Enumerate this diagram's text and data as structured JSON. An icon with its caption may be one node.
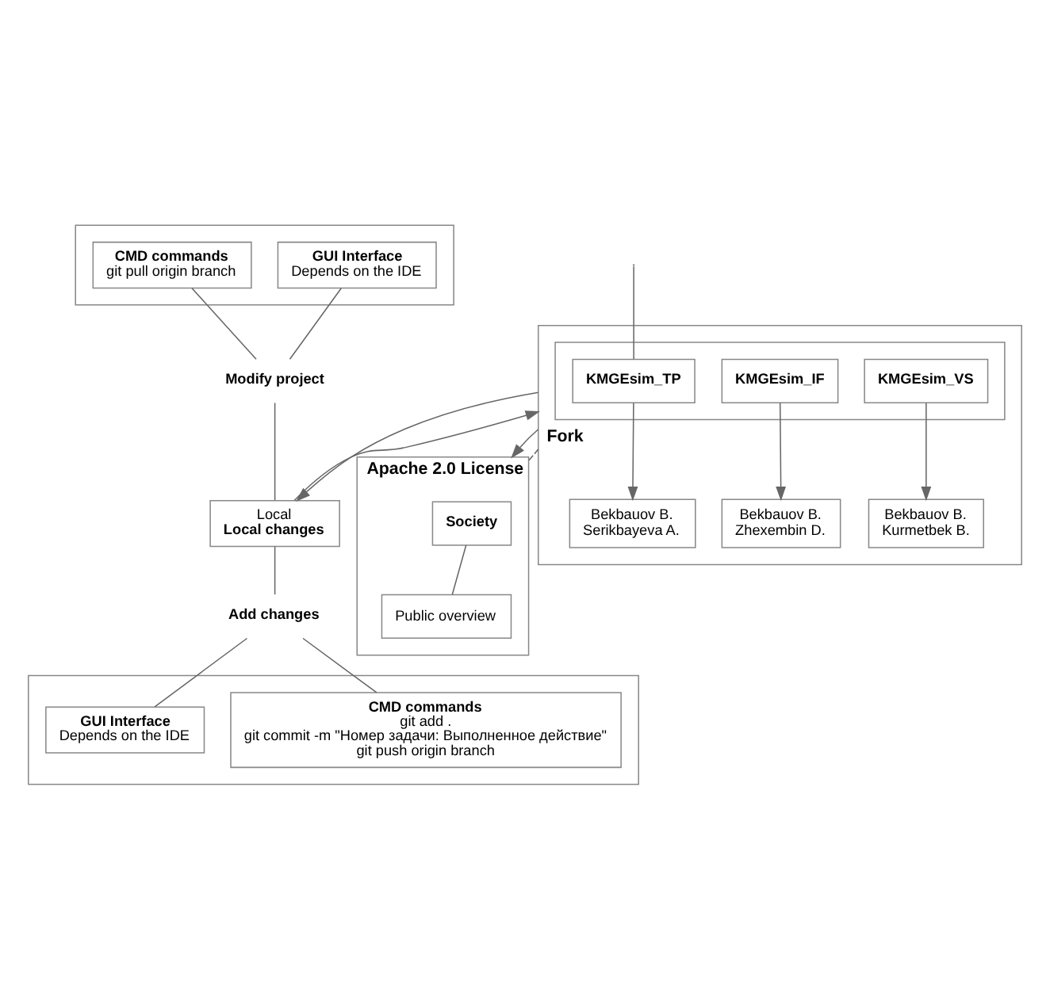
{
  "diagram": {
    "nodes": [
      {
        "text": [
          "Apache 2.0 License"
        ]
      },
      {
        "text": [
          "Society"
        ],
        "in": 0
      },
      {
        "text": [
          "Public overview"
        ],
        "in": 0
      },
      {
        "text": [],
        "shape": "box"
      },
      {
        "text": [
          "GUI Interface",
          "Depends on the IDE"
        ],
        "in": 3
      },
      {
        "text": [
          "CMD commands",
          "git pull origin branch"
        ],
        "in": 3
      },
      {
        "text": [
          "Modify project"
        ]
      },
      {
        "text": [],
        "shape": "box"
      },
      {
        "text": [],
        "shape": "box",
        "in": 7
      },
      {
        "text": [
          "KMGEsim_TP"
        ],
        "in": 8
      },
      {
        "text": [
          "KMGEsim_IF"
        ],
        "in": 8
      },
      {
        "text": [
          "KMGEsim_VS"
        ],
        "in": 8
      },
      {
        "text": [
          "Bekbauov B.",
          "Serikbayeva A."
        ],
        "in": 7
      },
      {
        "text": [
          "Bekbauov B.",
          "Zhexembin D."
        ],
        "in": 7
      },
      {
        "text": [
          "Bekbauov B.",
          "Kurmetbek B."
        ],
        "in": 7
      },
      {
        "text": [
          "Local",
          "Local changes"
        ]
      },
      {
        "text": [
          "Add changes"
        ]
      },
      {
        "text": [],
        "shape": "box"
      },
      {
        "text": [
          "GUI Interface",
          "Depends on the IDE"
        ],
        "in": 17
      },
      {
        "text": [
          "CMD commands",
          "git add .",
          "git commit -m \"Номер задачи: Выполненное действие\"",
          "git push origin branch"
        ],
        "in": 17
      }
    ],
    "edges": [
      {
        "from": 1,
        "to": 2,
        "arrow": "none"
      },
      {
        "from": 4,
        "to": 6,
        "arrow": "none"
      },
      {
        "from": 5,
        "to": 6,
        "arrow": "none"
      },
      {
        "from": 6,
        "to": 15,
        "arrow": "none"
      },
      {
        "from": 7,
        "to": 0,
        "arrow": "to"
      },
      {
        "from": 7,
        "to": 0,
        "arrow": "none",
        "style": "dashed",
        "label": "Fork"
      },
      {
        "from": null,
        "to": 9,
        "arrow": "none"
      },
      {
        "from": 9,
        "to": 12,
        "arrow": "to"
      },
      {
        "from": 10,
        "to": 13,
        "arrow": "to"
      },
      {
        "from": 11,
        "to": 14,
        "arrow": "to"
      },
      {
        "from": 7,
        "to": 15,
        "arrow": "to"
      },
      {
        "from": 15,
        "to": 7,
        "arrow": "to"
      },
      {
        "from": 15,
        "to": 16,
        "arrow": "none"
      },
      {
        "from": 16,
        "to": 18,
        "arrow": "none"
      },
      {
        "from": 16,
        "to": 19,
        "arrow": "none"
      }
    ]
  }
}
